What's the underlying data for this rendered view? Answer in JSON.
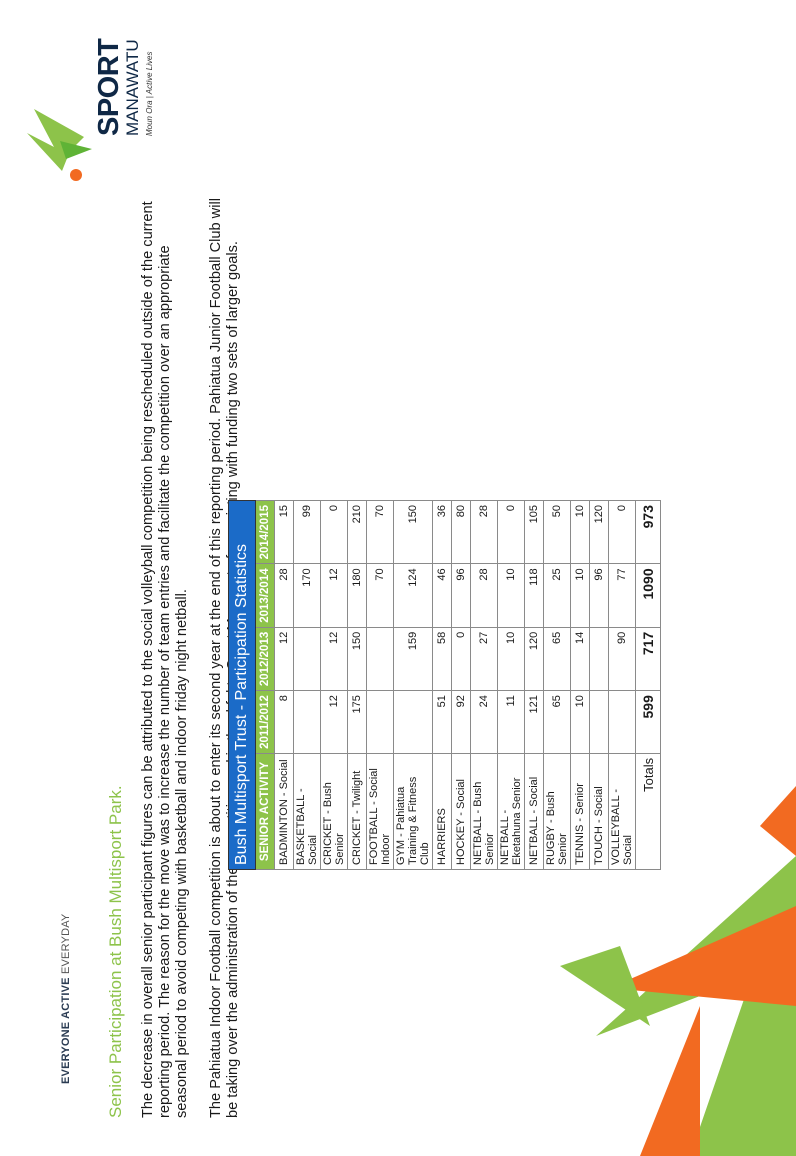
{
  "header": {
    "tagline_bold": "EVERYONE ACTIVE",
    "tagline_light": " EVERYDAY"
  },
  "logo": {
    "sport": "SPORT",
    "manawatu": "MANAWATU",
    "tagline": "Moun Ora | Active Lives"
  },
  "colors": {
    "green": "#8dc34a",
    "blue": "#1b6bc8",
    "orange": "#f26a21",
    "navy": "#0f2846"
  },
  "content": {
    "heading": "Senior Participation at Bush Multisport Park.",
    "para1": "The decrease in overall senior participant figures can be attributed to the social volleyball competition being rescheduled outside of the current reporting period. The reason for the move was to increase the number of team entries and facilitate the competition over an appropriate seasonal period to avoid competing with basketball and indoor friday night netball.",
    "para2": "The Pahiatua Indoor Football competition is about to enter its second year at the end of this reporting period. Pahiatua Junior Football Club will be taking over the administration of the competition and is thankful to Sport Manawatu for assisting with funding two sets of larger goals."
  },
  "table": {
    "title": "Bush Multisport Trust - Participation Statistics",
    "columns": [
      "SENIOR ACTIVITY",
      "2011/2012",
      "2012/2013",
      "2013/2014",
      "2014/2015"
    ],
    "rows": [
      [
        "BADMINTON - Social",
        "8",
        "12",
        "28",
        "15"
      ],
      [
        "BASKETBALL - Social",
        "",
        "",
        "170",
        "99"
      ],
      [
        "CRICKET - Bush Senior",
        "12",
        "12",
        "12",
        "0"
      ],
      [
        "CRICKET - Twilight",
        "175",
        "150",
        "180",
        "210"
      ],
      [
        "FOOTBALL - Social Indoor",
        "",
        "",
        "70",
        "70"
      ],
      [
        "GYM - Pahiatua Training & Fitness Club",
        "",
        "159",
        "124",
        "150"
      ],
      [
        "HARRIERS",
        "51",
        "58",
        "46",
        "36"
      ],
      [
        "HOCKEY - Social",
        "92",
        "0",
        "96",
        "80"
      ],
      [
        "NETBALL - Bush Senior",
        "24",
        "27",
        "28",
        "28"
      ],
      [
        "NETBALL - Eketahuna Senior",
        "11",
        "10",
        "10",
        "0"
      ],
      [
        "NETBALL - Social",
        "121",
        "120",
        "118",
        "105"
      ],
      [
        "RUGBY - Bush Senior",
        "65",
        "65",
        "25",
        "50"
      ],
      [
        "TENNIS - Senior",
        "10",
        "14",
        "10",
        "10"
      ],
      [
        "TOUCH - Social",
        "",
        "",
        "96",
        "120"
      ],
      [
        "VOLLEYBALL - Social",
        "",
        "90",
        "77",
        "0"
      ]
    ],
    "totals_label": "Totals",
    "totals": [
      "599",
      "717",
      "1090",
      "973"
    ]
  }
}
